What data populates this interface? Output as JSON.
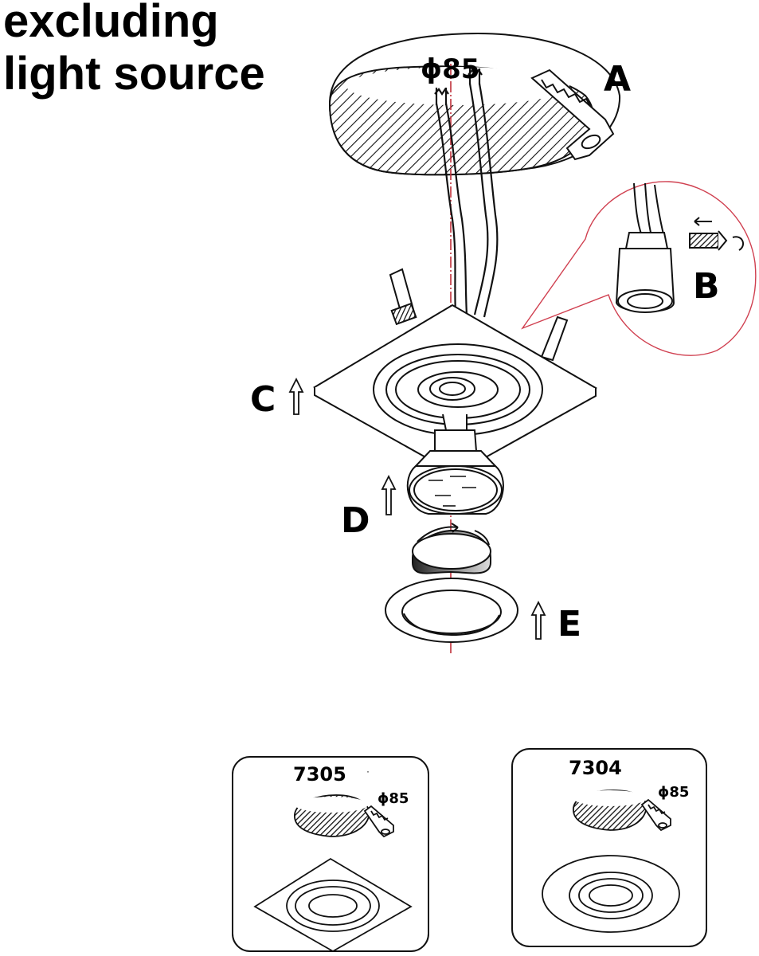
{
  "heading": {
    "line1": "excluding",
    "line2": "light source"
  },
  "main_diagram": {
    "diameter_label": "ϕ85",
    "part_labels": {
      "a": "A",
      "b": "B",
      "c": "C",
      "d": "D",
      "e": "E"
    }
  },
  "variants": [
    {
      "model": "7305",
      "diameter": "ϕ85",
      "shape": "square"
    },
    {
      "model": "7304",
      "diameter": "ϕ85",
      "shape": "round"
    }
  ],
  "colors": {
    "line": "#111111",
    "axis": "#c0303a",
    "callout": "#d04050"
  }
}
